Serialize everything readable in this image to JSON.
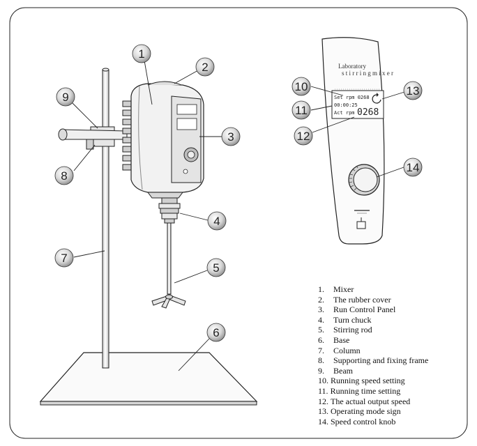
{
  "panel": {
    "brand": "Laboratory",
    "subtitle": "s t i r r i n g  m i x e r",
    "lcd_line1": "Set rpm 0268",
    "lcd_line2": "00:00:25",
    "lcd_line3_label": "Act rpm",
    "lcd_line3_value": "0268"
  },
  "callouts": [
    "1",
    "2",
    "3",
    "4",
    "5",
    "6",
    "7",
    "8",
    "9",
    "10",
    "11",
    "12",
    "13",
    "14"
  ],
  "legend": [
    {
      "num": "1.",
      "text": "Mixer"
    },
    {
      "num": "2.",
      "text": "The rubber cover"
    },
    {
      "num": "3.",
      "text": "Run Control Panel"
    },
    {
      "num": "4.",
      "text": "Turn chuck"
    },
    {
      "num": "5.",
      "text": "Stirring rod"
    },
    {
      "num": "6.",
      "text": "Base"
    },
    {
      "num": "7.",
      "text": "Column"
    },
    {
      "num": "8.",
      "text": "Supporting and fixing frame"
    },
    {
      "num": "9.",
      "text": "Beam"
    },
    {
      "num": "10.",
      "text": "Running speed setting"
    },
    {
      "num": "11.",
      "text": "Running time setting"
    },
    {
      "num": "12.",
      "text": "The actual output speed"
    },
    {
      "num": "13.",
      "text": "Operating mode sign"
    },
    {
      "num": "14.",
      "text": "Speed control knob"
    }
  ]
}
